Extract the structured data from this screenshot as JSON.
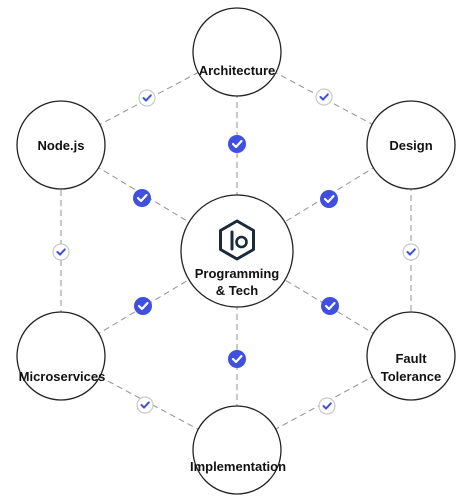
{
  "center": {
    "line1": "Programming",
    "line2": "& Tech",
    "logo_icon": "hexagon-logo-icon"
  },
  "nodes": {
    "architecture": "Architecture",
    "design": "Design",
    "fault_line1": "Fault",
    "fault_line2": "Tolerance",
    "implementation": "Implementation",
    "microservices": "Microservices",
    "nodejs": "Node.js"
  },
  "colors": {
    "accent": "#3f4fe0",
    "outline": "#222222",
    "connector": "#9a9a9a"
  },
  "icons": {
    "check_solid": "check-circle-filled-icon",
    "check_outline": "check-circle-outline-icon"
  }
}
